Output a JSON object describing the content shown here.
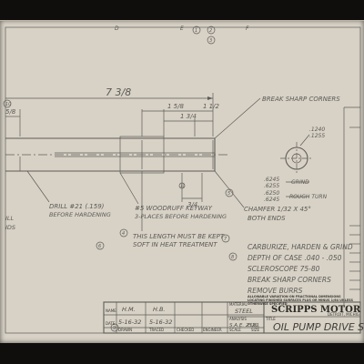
{
  "zones_top": [
    "D",
    "E",
    "F"
  ],
  "notes": {
    "break_sharp_corners": "BREAK SHARP CORNERS",
    "drill": "DRILL #21 (.159)",
    "before_hardening": "BEFORE HARDENING",
    "woodruff": "#5 WOODRUFF KEYWAY",
    "woodruff_places": "3-PLACES BEFORE HARDENING",
    "length_note_1": "THIS LENGTH MUST BE KEPT",
    "length_note_2": "SOFT IN HEAT TREATMENT",
    "chamfer_1": "CHAMFER 1/32 X 45°",
    "chamfer_2": "BOTH ENDS",
    "grind": "GRIND",
    "rough_turn": "ROUGH TURN",
    "process_1": "CARBURIZE, HARDEN & GRIND",
    "process_2": "DEPTH OF CASE .040 - .050",
    "process_3": "SCLEROSCOPE 75-80",
    "process_4": "BREAK SHARP CORNERS",
    "process_5": "REMOVE BURRS",
    "tolerance": "ALLOWABLE VARIATION ON FRACTIONAL DIMENSIONS LOCATING FINISHED SURFACES PLUS OR MINUS 1/64 UNLESS OTHERWISE SPECIFIED",
    "left_cut_1": "ILL",
    "left_cut_2": "IDS"
  },
  "dimensions": {
    "overall": "7 3/8",
    "d1": "1 5/8",
    "d2": "1 1/2",
    "d3": "1 3/4",
    "d4": "5/8",
    "d5": "3/4",
    "dia_1": ".6245",
    "dia_1b": ".6255",
    "dia_2": ".6250",
    "dia_3": ".6245",
    "end_1": ".1240",
    "end_2": ".1255"
  },
  "circle_markers": [
    "1",
    "2",
    "3",
    "4",
    "5",
    "6",
    "7",
    "8",
    "9",
    "10",
    "11"
  ],
  "title_block": {
    "drawn": "H.M.",
    "traced": "H.B.",
    "checked": "",
    "engineer": "",
    "scale": "FULL",
    "date_1": "5-16-32",
    "date_2": "5-16-32",
    "material_label": "MATERIAL",
    "material": "STEEL",
    "analysis_label": "ANALYSIS",
    "analysis": "S.A.E. 2320",
    "title_label": "TITLE",
    "title": "OIL PUMP DRIVE SH",
    "company": "SCRIPPS MOTOR",
    "city": "DETROIT, MICHIG",
    "col_drawn": "DRAWN",
    "col_traced": "TRACED",
    "col_checked": "CHECKED",
    "col_engineer": "ENGINEER",
    "col_scale": "SCALE",
    "col_size": "SIZE",
    "row_name": "NAME",
    "row_date": "DATE"
  },
  "colors": {
    "paper": "#d8d2c6",
    "ink": "#5e5c58",
    "background": "#0f0e0c"
  }
}
